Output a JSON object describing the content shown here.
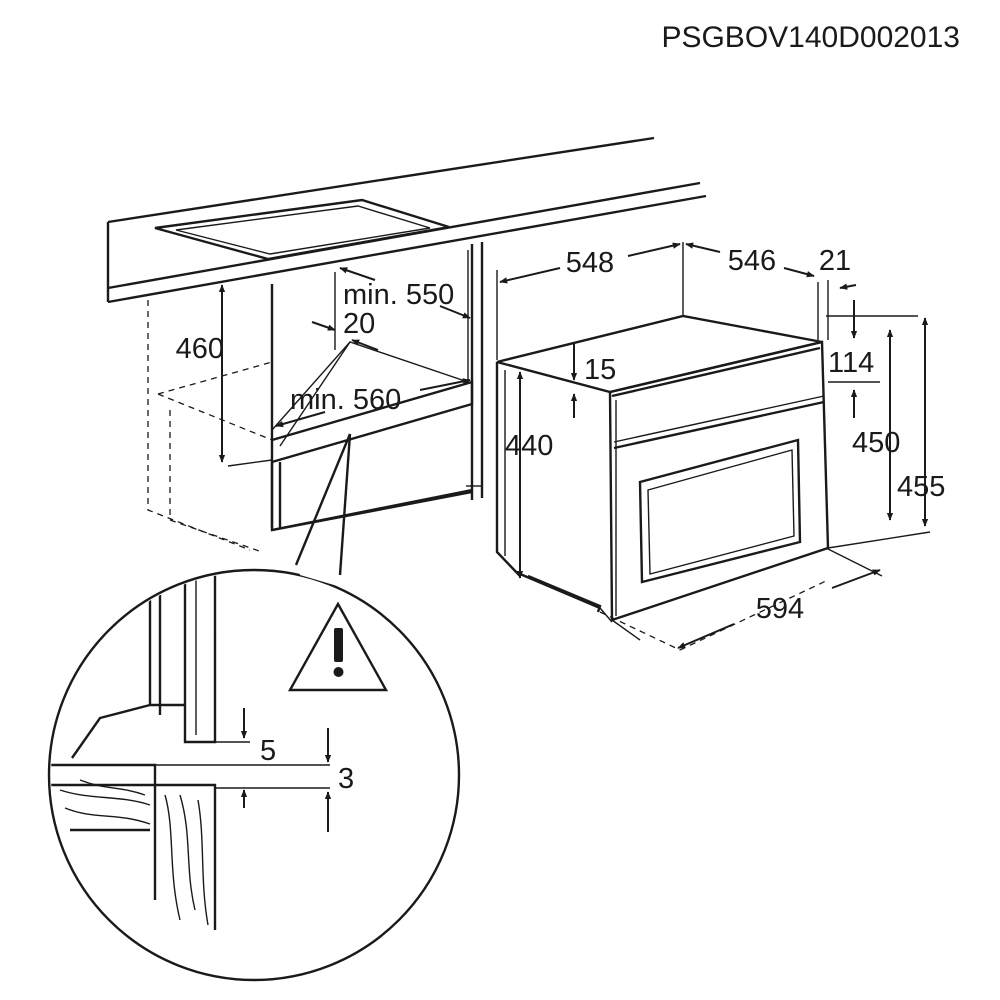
{
  "diagram_code": "PSGBOV140D002013",
  "dimensions": {
    "cabinet_height": "460",
    "min_depth": "min. 550",
    "gap": "20",
    "min_width": "min. 560",
    "depth_548": "548",
    "depth_546": "546",
    "front_21": "21",
    "top_15": "15",
    "height_440": "440",
    "panel_114": "114",
    "height_450": "450",
    "height_455": "455",
    "width_594": "594",
    "detail_5": "5",
    "detail_3": "3"
  },
  "icons": {
    "warning": "warning-triangle-icon"
  }
}
